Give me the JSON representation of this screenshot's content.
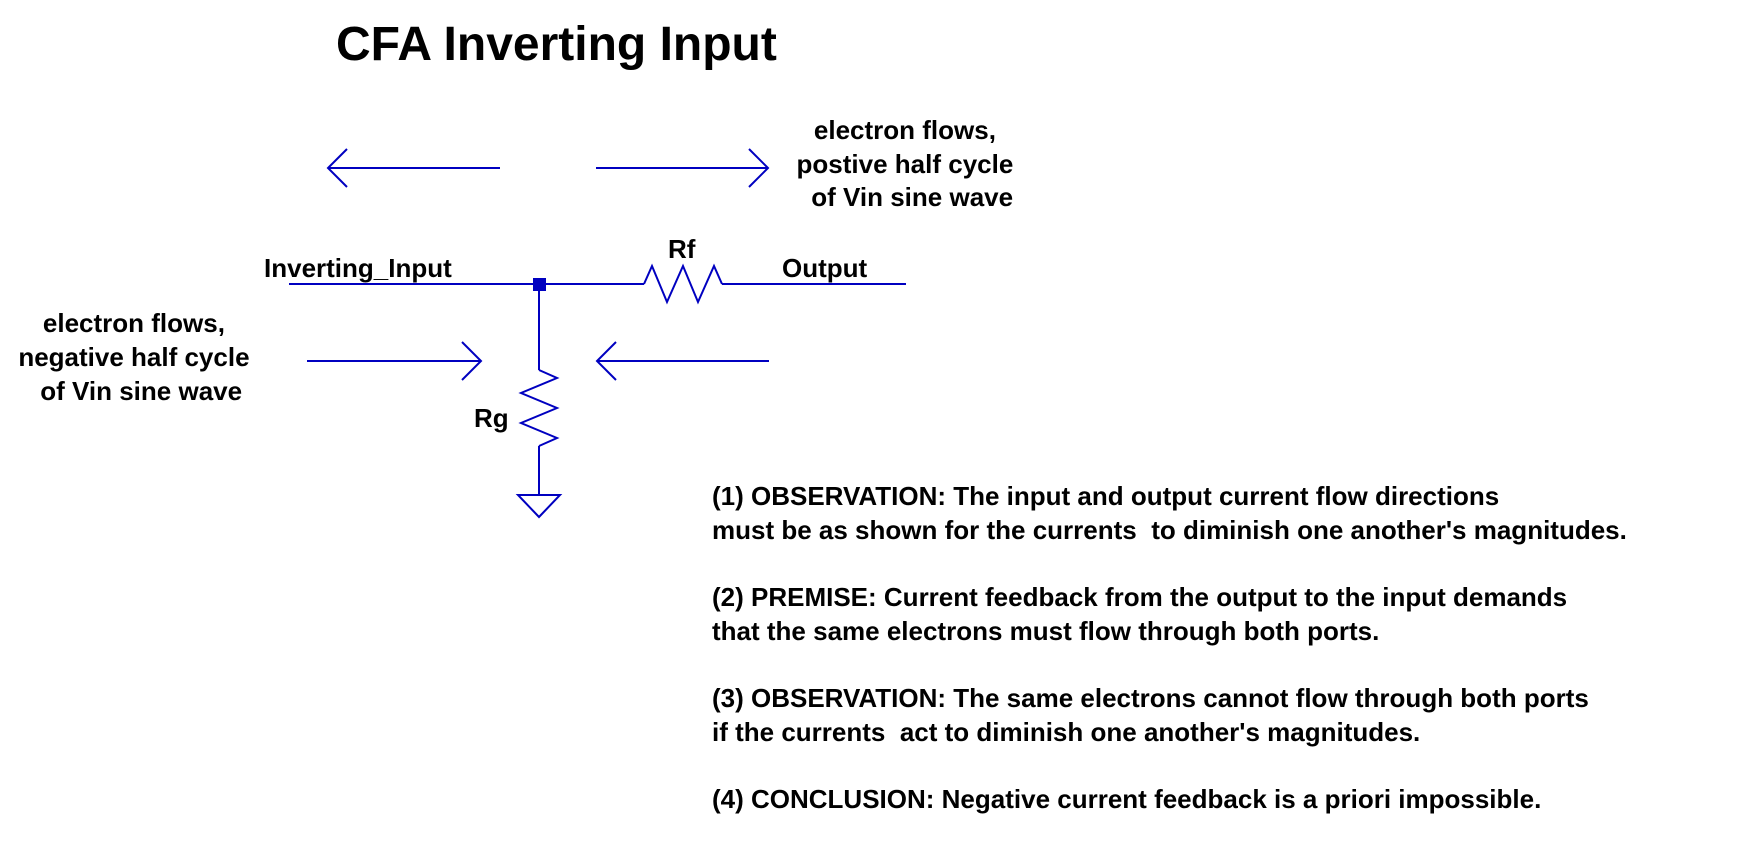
{
  "title": "CFA Inverting Input",
  "labels": {
    "inverting_input": "Inverting_Input",
    "output": "Output",
    "rf": "Rf",
    "rg": "Rg"
  },
  "flow_positive": [
    "electron flows,",
    "postive half cycle",
    "of Vin sine wave"
  ],
  "flow_negative": [
    "electron flows,",
    "negative half cycle",
    "of Vin sine wave"
  ],
  "notes": [
    [
      "(1) OBSERVATION: The input and output current flow directions",
      "must be as shown for the currents  to diminish one another's magnitudes."
    ],
    [
      "(2) PREMISE: Current feedback from the output to the input demands",
      "that the same electrons must flow through both ports."
    ],
    [
      "(3) OBSERVATION: The same electrons cannot flow through both ports",
      "if the currents  act to diminish one another's magnitudes."
    ],
    [
      "(4) CONCLUSION: Negative current feedback is a priori impossible."
    ]
  ],
  "colors": {
    "wire": "#0000c0",
    "text": "#000000",
    "background": "#ffffff"
  }
}
